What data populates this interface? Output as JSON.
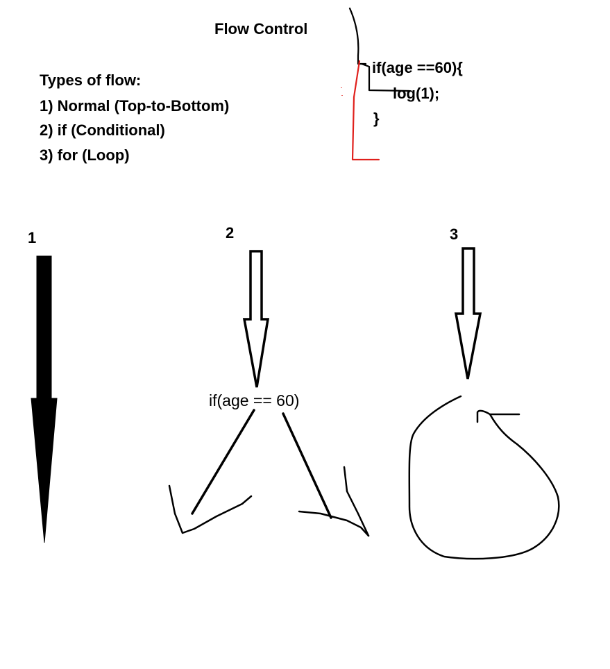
{
  "title": "Flow Control",
  "types": {
    "heading": "Types of flow:",
    "items": [
      "1) Normal (Top-to-Bottom)",
      "2) if (Conditional)",
      "3) for (Loop)"
    ]
  },
  "code": {
    "lines": [
      "if(age ==60){",
      "log(1);",
      "}"
    ]
  },
  "panels": [
    {
      "label": "1",
      "kind": "normal-arrow"
    },
    {
      "label": "2",
      "kind": "conditional",
      "condition": "if(age == 60)"
    },
    {
      "label": "3",
      "kind": "loop"
    }
  ],
  "colors": {
    "ink": "#000000",
    "highlight_path": "#e0201c",
    "background": "#ffffff"
  }
}
